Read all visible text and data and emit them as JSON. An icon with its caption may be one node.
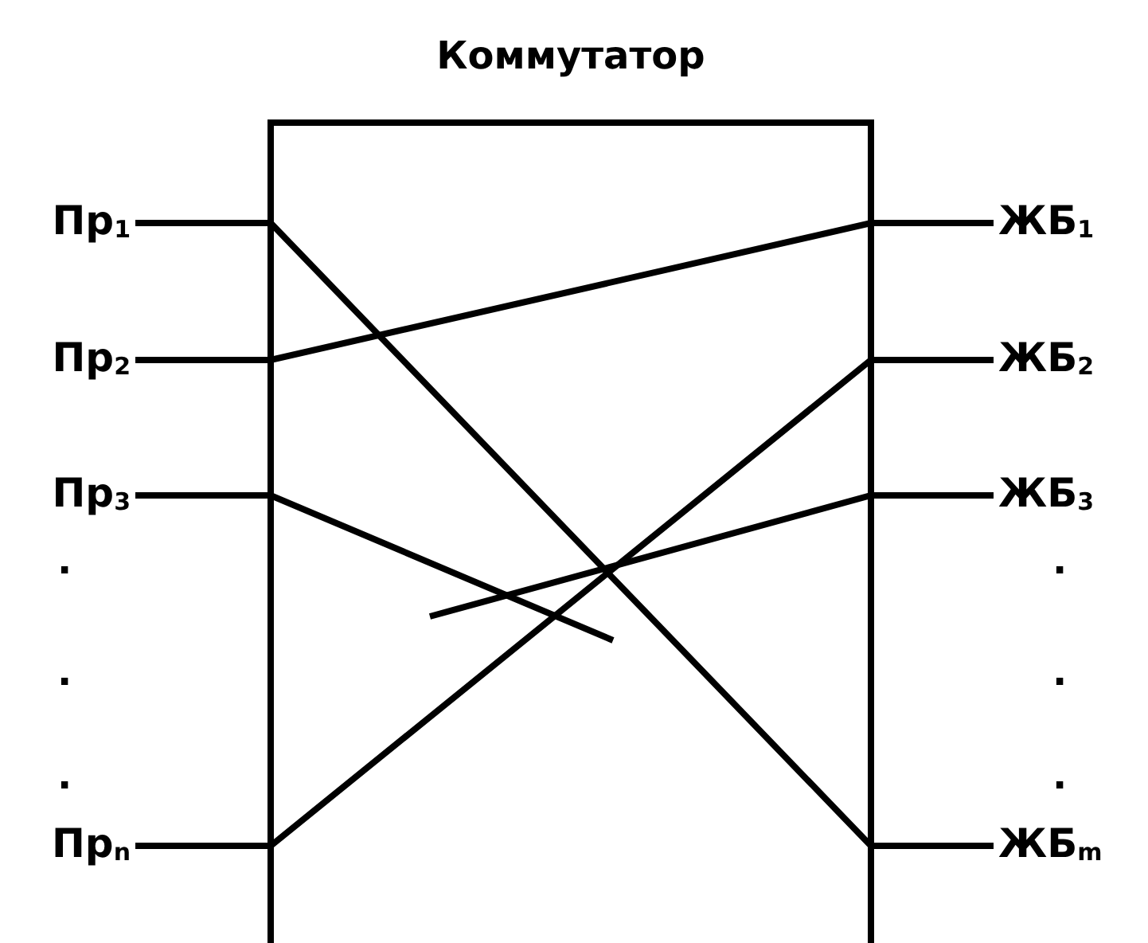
{
  "diagram": {
    "nodes": [
      {
        "text": [
          "Коммутатор"
        ]
      },
      {
        "text": [
          "Пр$_{1}$"
        ]
      },
      {
        "text": [
          "Пр$_{2}$"
        ]
      },
      {
        "text": [
          "Пр$_{3}$"
        ]
      },
      {
        "text": [
          "Пр$_{n}$"
        ]
      },
      {
        "text": [
          "ЖБ$_{1}$"
        ]
      },
      {
        "text": [
          "ЖБ$_{2}$"
        ]
      },
      {
        "text": [
          "ЖБ$_{3}$"
        ]
      },
      {
        "text": [
          "ЖБ$_{m}$"
        ]
      }
    ],
    "edges": [
      {
        "from": 1,
        "to": 8,
        "arrow": "none"
      },
      {
        "from": 2,
        "to": 5,
        "arrow": "none"
      },
      {
        "from": 3,
        "to": 0,
        "arrow": "none"
      },
      {
        "from": 4,
        "to": 6,
        "arrow": "none"
      },
      {
        "from": 7,
        "to": 0,
        "arrow": "none"
      }
    ],
    "labels": [
      ".",
      ".",
      ".",
      ".",
      ".",
      "."
    ]
  }
}
